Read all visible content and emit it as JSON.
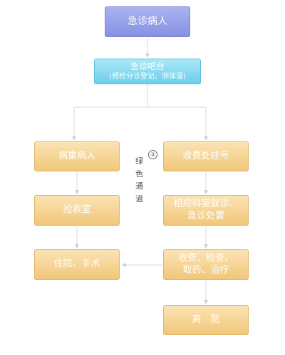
{
  "nodes": {
    "emergency_patient": "急诊病人",
    "triage_desk": "急诊吧台",
    "triage_desk_detail": "(预检分诊登记、测体温)",
    "critical_patient": "病重病人",
    "resuscitation_room": "抢救室",
    "hospitalization_surgery": "住院、手术",
    "registration_payment": "收费处挂号",
    "dept_consultation_line1": "相应科室就诊、",
    "dept_consultation_line2": "急诊处置",
    "payment_exam_line1": "收费、检查、",
    "payment_exam_line2": "取药、治疗",
    "discharge": "离　院"
  },
  "green_channel": {
    "number": "③",
    "chars": [
      "绿",
      "色",
      "通",
      "道"
    ]
  },
  "colors": {
    "top_box": "#8691e3",
    "triage_box": "#6fcde9",
    "step_box": "#f1c77a",
    "connector": "#d8d8d8"
  }
}
